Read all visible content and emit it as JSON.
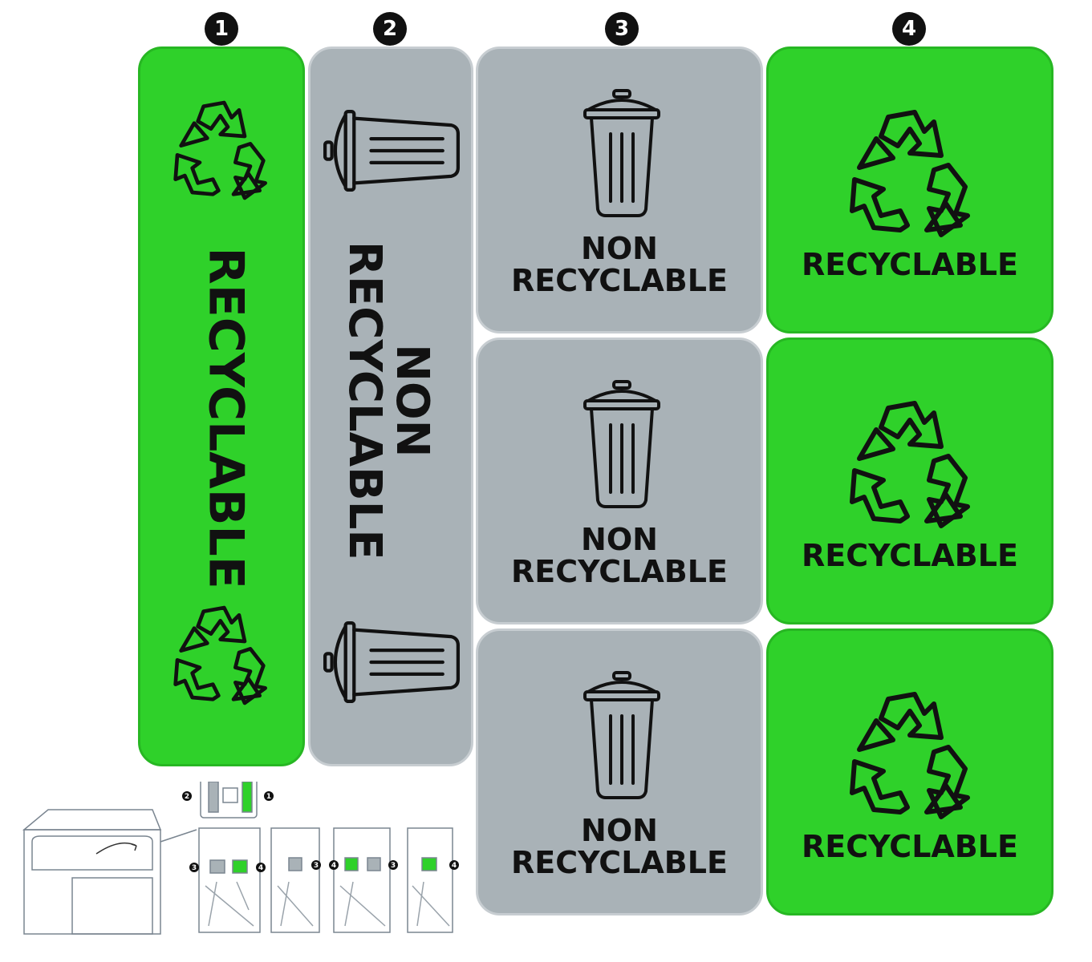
{
  "markers": [
    "1",
    "2",
    "3",
    "4"
  ],
  "panel1": {
    "label": "RECYCLABLE",
    "icon": "recycle-icon",
    "color": "#2fd12a"
  },
  "panel2": {
    "label_line1": "NON",
    "label_line2": "RECYCLABLE",
    "icon": "trash-can-icon",
    "color": "#a9b2b7"
  },
  "tiles3": [
    {
      "line1": "NON",
      "line2": "RECYCLABLE",
      "icon": "trash-can-icon"
    },
    {
      "line1": "NON",
      "line2": "RECYCLABLE",
      "icon": "trash-can-icon"
    },
    {
      "line1": "NON",
      "line2": "RECYCLABLE",
      "icon": "trash-can-icon"
    }
  ],
  "tiles4": [
    {
      "label": "RECYCLABLE",
      "icon": "recycle-icon"
    },
    {
      "label": "RECYCLABLE",
      "icon": "recycle-icon"
    },
    {
      "label": "RECYCLABLE",
      "icon": "recycle-icon"
    }
  ],
  "diagram": {
    "top_markers": [
      "2",
      "1"
    ],
    "bin_markers": [
      "3",
      "4",
      "3",
      "4",
      "3",
      "4"
    ]
  }
}
